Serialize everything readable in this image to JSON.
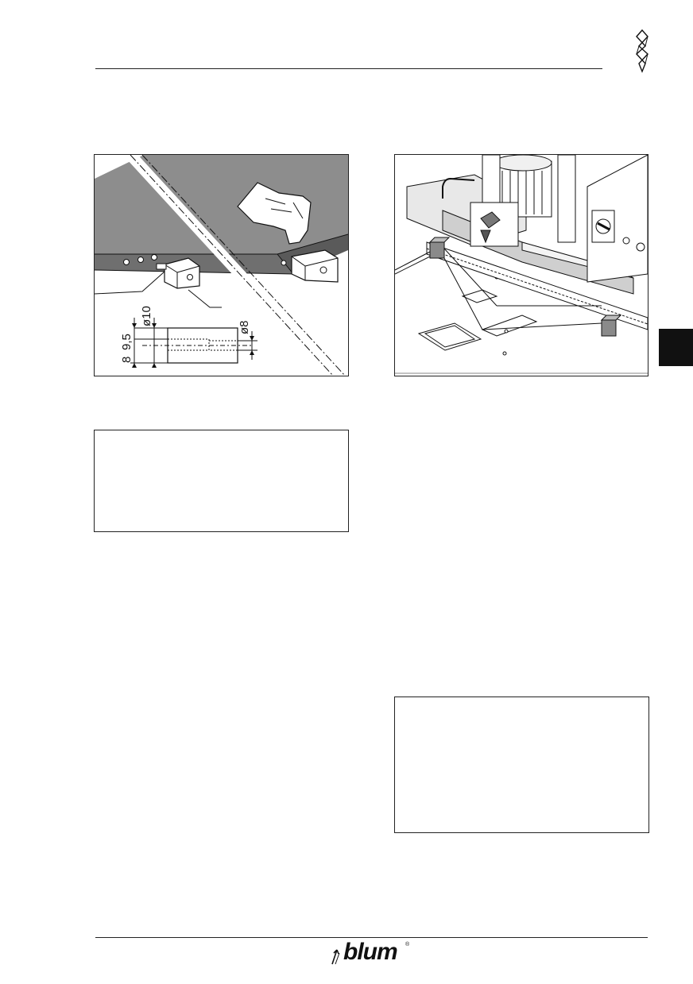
{
  "header": {
    "icon": "drill-bit-icon"
  },
  "figure_left": {
    "dimensions": {
      "d10": "ø10",
      "d8": "ø8",
      "h95": "9,5",
      "h8": "8"
    }
  },
  "footer": {
    "brand": "blum",
    "registered": "®",
    "logo_icon": "blum-arrow-icon"
  },
  "section_tab": {
    "color": "#111111"
  }
}
